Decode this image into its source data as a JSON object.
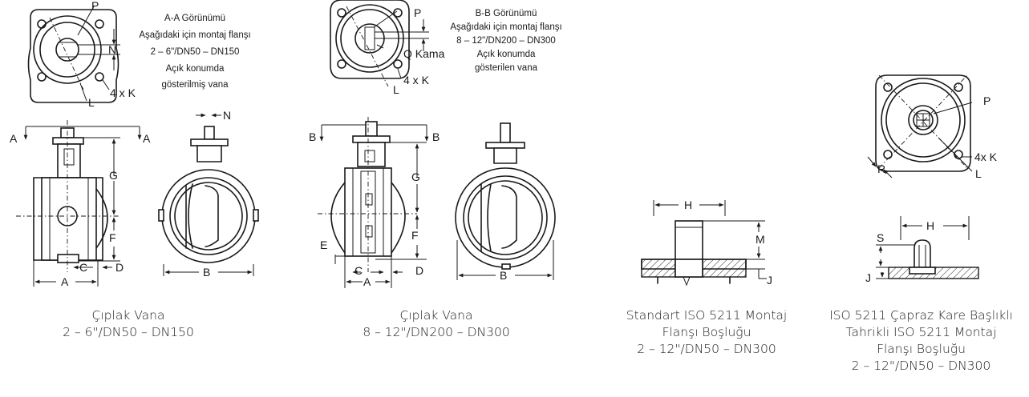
{
  "labels": {
    "P": "P",
    "N": "N",
    "K4": "4 x K",
    "L": "L",
    "A": "A",
    "B": "B",
    "C": "C",
    "D": "D",
    "E": "E",
    "F": "F",
    "G": "G",
    "H": "H",
    "M": "M",
    "J": "J",
    "S": "S",
    "R": "R",
    "QKama": "Q Kama",
    "K4b": "4x K"
  },
  "notes": {
    "aa": [
      "A-A Görünümü",
      "Aşağıdaki için montaj flanşı",
      "2 – 6\"/DN50 – DN150",
      "Açık konumda",
      "gösterilmiş vana"
    ],
    "bb": [
      "B-B Görünümü",
      "Aşağıdaki için montaj flanşı",
      "8 – 12\"/DN200 – DN300",
      "Açık konumda",
      "gösterilen vana"
    ]
  },
  "captions": {
    "cap1": [
      "Çıplak Vana",
      "2 – 6\"/DN50 – DN150"
    ],
    "cap2": [
      "Çıplak Vana",
      "8 – 12\"/DN200 – DN300"
    ],
    "cap3": [
      "Standart ISO 5211 Montaj",
      "Flanşı Boşluğu",
      "2 – 12\"/DN50 – DN300"
    ],
    "cap4": [
      "ISO 5211 Çapraz Kare Başlıklı",
      "Tahrikli ISO 5211 Montaj",
      "Flanşı Boşluğu",
      "2 – 12\"/DN50 – DN300"
    ]
  }
}
